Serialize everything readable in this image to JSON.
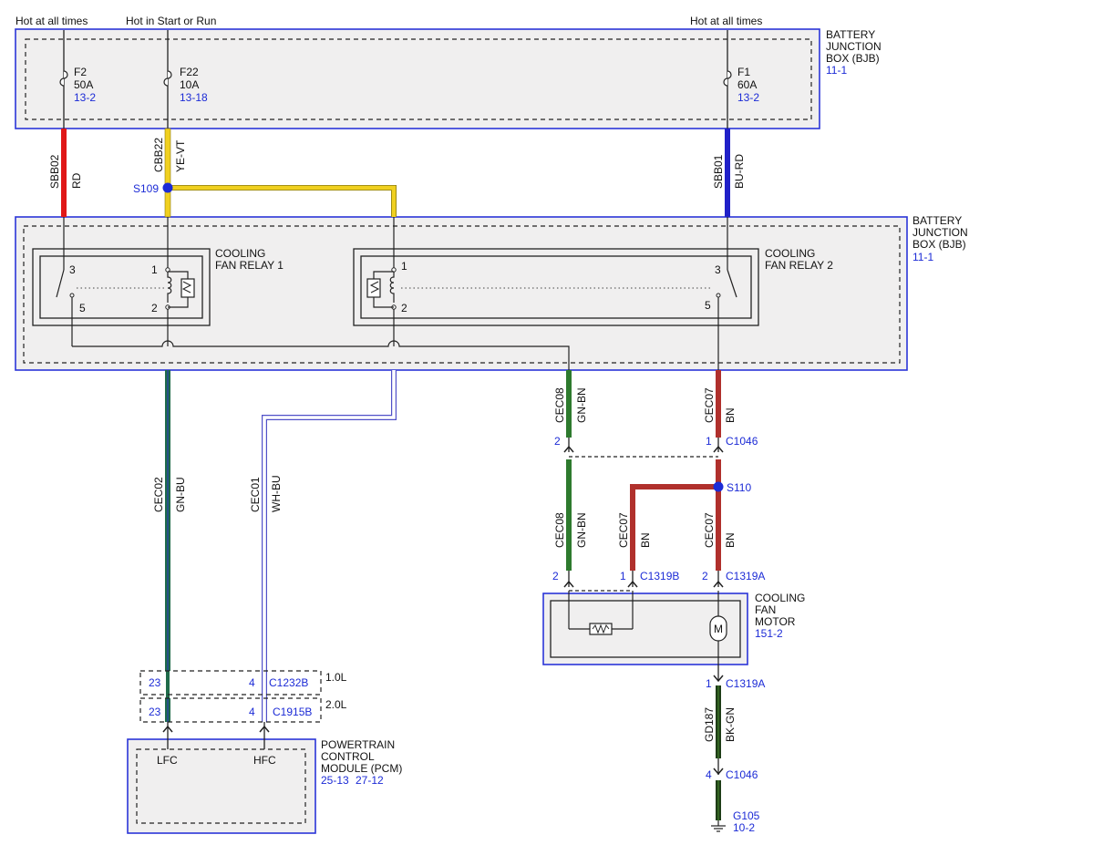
{
  "top_labels": {
    "hot_left": "Hot at all times",
    "hot_start": "Hot in Start or Run",
    "hot_right": "Hot at all times"
  },
  "bjb_top": {
    "line1": "BATTERY",
    "line2": "JUNCTION",
    "line3": "BOX (BJB)",
    "ref": "11-1"
  },
  "bjb_mid": {
    "line1": "BATTERY",
    "line2": "JUNCTION",
    "line3": "BOX (BJB)",
    "ref": "11-1"
  },
  "fuses": [
    {
      "name": "F2",
      "rating": "50A",
      "ref": "13-2"
    },
    {
      "name": "F22",
      "rating": "10A",
      "ref": "13-18"
    },
    {
      "name": "F1",
      "rating": "60A",
      "ref": "13-2"
    }
  ],
  "wires": {
    "sbb02": {
      "circuit": "SBB02",
      "color": "RD"
    },
    "cbb22": {
      "circuit": "CBB22",
      "color": "YE-VT"
    },
    "sbb01": {
      "circuit": "SBB01",
      "color": "BU-RD"
    },
    "cec02": {
      "circuit": "CEC02",
      "color": "GN-BU"
    },
    "cec01": {
      "circuit": "CEC01",
      "color": "WH-BU"
    },
    "cec08_upper": {
      "circuit": "CEC08",
      "color": "GN-BN"
    },
    "cec07_upper": {
      "circuit": "CEC07",
      "color": "BN"
    },
    "cec08_lower": {
      "circuit": "CEC08",
      "color": "GN-BN"
    },
    "cec07_mid": {
      "circuit": "CEC07",
      "color": "BN"
    },
    "cec07_lower": {
      "circuit": "CEC07",
      "color": "BN"
    },
    "gd187": {
      "circuit": "GD187",
      "color": "BK-GN"
    }
  },
  "splices": {
    "s109": "S109",
    "s110": "S110"
  },
  "relay1": {
    "line1": "COOLING",
    "line2": "FAN RELAY 1",
    "pin3": "3",
    "pin1": "1",
    "pin5": "5",
    "pin2": "2"
  },
  "relay2": {
    "line1": "COOLING",
    "line2": "FAN RELAY 2",
    "pin1": "1",
    "pin3": "3",
    "pin2": "2",
    "pin5": "5"
  },
  "connectors": {
    "c1046_top": {
      "name": "C1046",
      "pin_left": "2",
      "pin_right": "1"
    },
    "c1319b": {
      "name": "C1319B",
      "pin_a": "2",
      "pin_b": "1"
    },
    "c1319a_top": {
      "name": "C1319A",
      "pin": "2"
    },
    "c1319a_bottom": {
      "name": "C1319A",
      "pin": "1"
    },
    "c1046_bottom": {
      "name": "C1046",
      "pin": "4"
    },
    "c1232b": {
      "name": "C1232B",
      "pin_a": "23",
      "pin_b": "4",
      "engine": "1.0L"
    },
    "c1915b": {
      "name": "C1915B",
      "pin_a": "23",
      "pin_b": "4",
      "engine": "2.0L"
    }
  },
  "motor": {
    "line1": "COOLING",
    "line2": "FAN",
    "line3": "MOTOR",
    "ref": "151-2",
    "symbol": "M"
  },
  "pcm": {
    "line1": "POWERTRAIN",
    "line2": "CONTROL",
    "line3": "MODULE (PCM)",
    "ref1": "25-13",
    "ref2": "27-12",
    "pin_lfc": "LFC",
    "pin_hfc": "HFC"
  },
  "ground": {
    "name": "G105",
    "ref": "10-2"
  },
  "colors": {
    "box_outline": "#2b35d8",
    "box_fill": "#f0efef",
    "ref_text": "#1c2bd6",
    "red": "#e01818",
    "yellow": "#f0d020",
    "blue": "#2020c8",
    "green": "#2e7a2e",
    "green_blue": "#1f6b4a",
    "brown": "#b0302c",
    "bk_gn": "#1e3d16",
    "white_blue": "#5050c8"
  }
}
